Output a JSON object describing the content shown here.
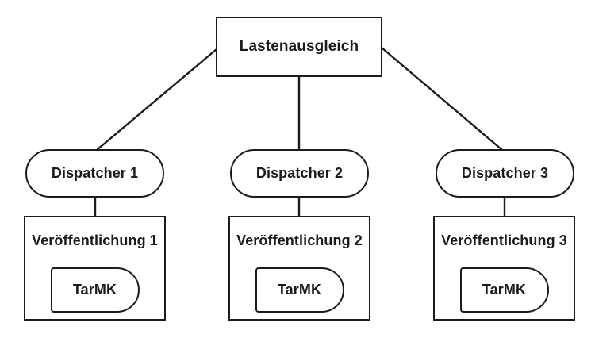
{
  "diagram": {
    "background_color": "#ffffff",
    "line_color": "#1b1b1b",
    "text_color": "#1b1b1b",
    "root": {
      "label": "Lastenausgleich"
    },
    "columns": [
      {
        "dispatcher_label": "Dispatcher 1",
        "publish_label": "Veröffentlichung 1",
        "storage_label": "TarMK"
      },
      {
        "dispatcher_label": "Dispatcher 2",
        "publish_label": "Veröffentlichung 2",
        "storage_label": "TarMK"
      },
      {
        "dispatcher_label": "Dispatcher 3",
        "publish_label": "Veröffentlichung 3",
        "storage_label": "TarMK"
      }
    ]
  }
}
